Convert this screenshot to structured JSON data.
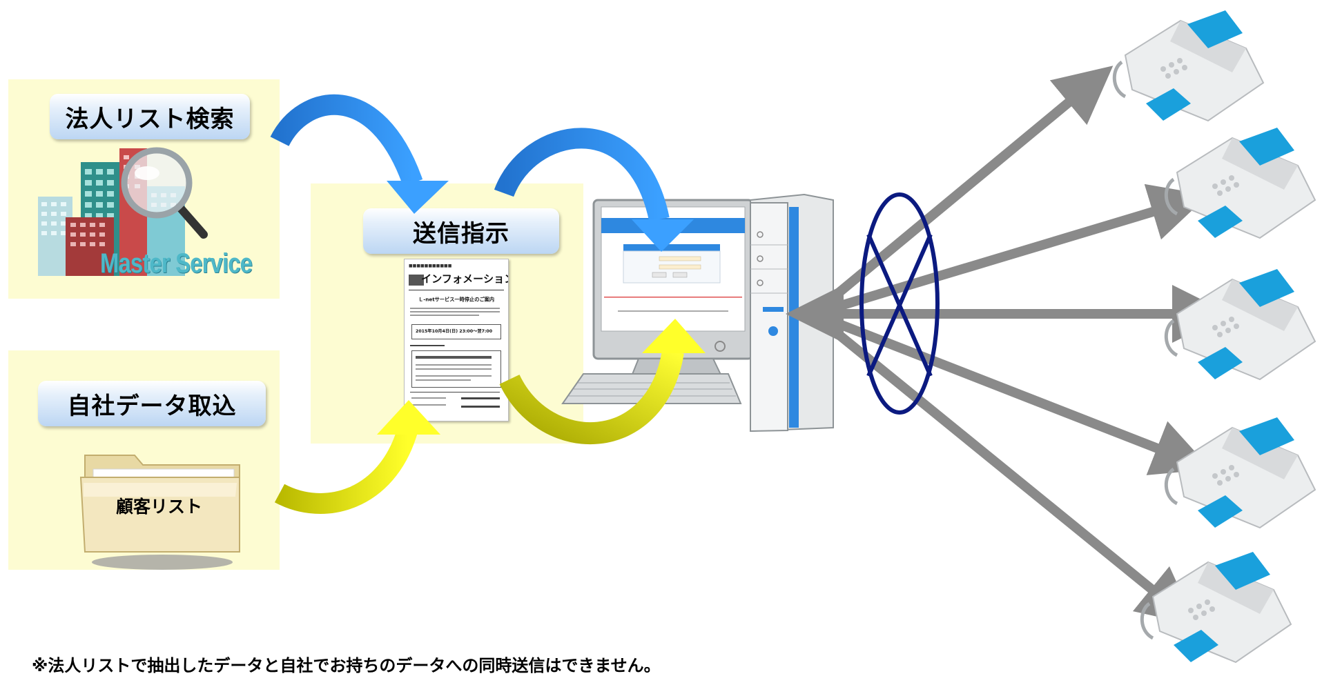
{
  "corporate_search": {
    "label": "法人リスト検索",
    "logo_text": "Master Service"
  },
  "import": {
    "label": "自社データ取込",
    "folder_label": "顧客リスト"
  },
  "send": {
    "label": "送信指示",
    "document": {
      "title": "インフォメーション",
      "subtitle": "Ｌ-netサービス一時停止のご案内",
      "date_line": "2015年10月4日(日) 23:00～翌7:00"
    }
  },
  "footnote": "※法人リストで抽出したデータと自社でお持ちのデータへの同時送信はできません。",
  "colors": {
    "panel": "#fdfcd2",
    "blue_arrow": "#2f8ff0",
    "yellow_arrow": "#ffff2a",
    "gray_arrow": "#8a8a8a",
    "ellipse": "#0b1a80",
    "fax_accent": "#1aa0dc"
  },
  "icons": [
    "building-icon",
    "magnifier-icon",
    "folder-icon",
    "document-icon",
    "computer-icon",
    "fax-icon"
  ]
}
